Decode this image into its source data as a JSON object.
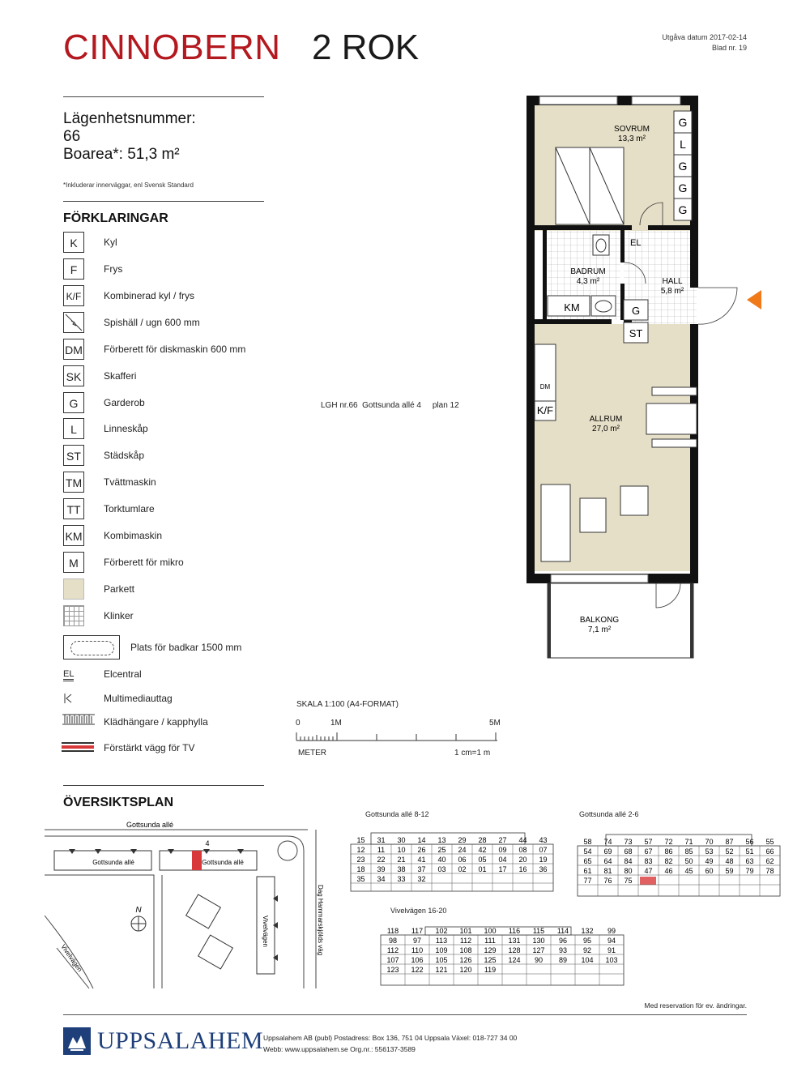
{
  "header": {
    "title": "CINNOBERN",
    "subtitle": "2 ROK",
    "issue_date": "Utgåva datum 2017-02-14",
    "sheet": "Blad nr. 19"
  },
  "apartment": {
    "number_label": "Lägenhetsnummer:",
    "number": "66",
    "area": "Boarea*: 51,3 m²",
    "footnote": "*Inkluderar innerväggar, enl Svensk Standard"
  },
  "legend": {
    "heading": "FÖRKLARINGAR",
    "items": [
      {
        "symbol": "K",
        "label": "Kyl"
      },
      {
        "symbol": "F",
        "label": "Frys"
      },
      {
        "symbol": "K/F",
        "label": "Kombinerad kyl / frys"
      },
      {
        "symbol": "",
        "label": "Spishäll / ugn 600 mm"
      },
      {
        "symbol": "DM",
        "label": "Förberett för diskmaskin 600 mm"
      },
      {
        "symbol": "SK",
        "label": "Skafferi"
      },
      {
        "symbol": "G",
        "label": "Garderob"
      },
      {
        "symbol": "L",
        "label": "Linneskåp"
      },
      {
        "symbol": "ST",
        "label": "Städskåp"
      },
      {
        "symbol": "TM",
        "label": "Tvättmaskin"
      },
      {
        "symbol": "TT",
        "label": "Torktumlare"
      },
      {
        "symbol": "KM",
        "label": "Kombimaskin"
      },
      {
        "symbol": "M",
        "label": "Förberett för mikro"
      },
      {
        "symbol": "",
        "label": "Parkett"
      },
      {
        "symbol": "",
        "label": "Klinker"
      }
    ],
    "bathtub": "Plats för badkar 1500 mm",
    "elcentral_symbol": "EL",
    "elcentral": "Elcentral",
    "media": "Multimediauttag",
    "hanger": "Klädhängare / kapphylla",
    "tv_wall": "Förstärkt vägg för TV"
  },
  "plan": {
    "location": "LGH nr.66  Gottsunda allé 4     plan 12",
    "rooms": [
      {
        "name": "SOVRUM",
        "area": "13,3 m²"
      },
      {
        "name": "BADRUM",
        "area": "4,3 m²"
      },
      {
        "name": "HALL",
        "area": "5,8 m²"
      },
      {
        "name": "ALLRUM",
        "area": "27,0 m²"
      },
      {
        "name": "BALKONG",
        "area": "7,1 m²"
      }
    ],
    "fixtures": {
      "g": "G",
      "l": "L",
      "el": "EL",
      "km": "KM",
      "st": "ST",
      "kf": "K/F",
      "dm": "DM"
    }
  },
  "scale": {
    "label": "SKALA 1:100 (A4-FORMAT)",
    "zero": "0",
    "one": "1M",
    "five": "5M",
    "unit": "METER",
    "ratio": "1 cm=1 m"
  },
  "overview": {
    "heading": "ÖVERSIKTSPLAN",
    "streets": {
      "top": "Gottsunda allé",
      "bldg_left": "Gottsunda allé",
      "bldg_right": "Gottsunda allé",
      "vivel": "Vivelvägen",
      "vivel_left": "Vivelvägen",
      "dag": "Dag Hammarskjölds väg"
    },
    "entry_number": "4",
    "north": "N"
  },
  "blocks": {
    "a": {
      "title": "Gottsunda allé 8-12",
      "numbers": [
        "15",
        "31",
        "30",
        "14",
        "13",
        "29",
        "28",
        "27",
        "44",
        "43",
        "12",
        "11",
        "10",
        "26",
        "25",
        "24",
        "42",
        "09",
        "08",
        "07",
        "23",
        "22",
        "21",
        "41",
        "40",
        "06",
        "05",
        "04",
        "20",
        "19",
        "18",
        "39",
        "38",
        "37",
        "03",
        "02",
        "01",
        "17",
        "16",
        "36",
        "35",
        "34",
        "33",
        "32"
      ]
    },
    "b": {
      "title": "Gottsunda allé 2-6",
      "numbers": [
        "58",
        "74",
        "73",
        "57",
        "72",
        "71",
        "70",
        "87",
        "56",
        "55",
        "54",
        "69",
        "68",
        "67",
        "86",
        "85",
        "53",
        "52",
        "51",
        "66",
        "65",
        "64",
        "84",
        "83",
        "82",
        "50",
        "49",
        "48",
        "63",
        "62",
        "61",
        "81",
        "80",
        "47",
        "46",
        "45",
        "60",
        "59",
        "79",
        "78",
        "77",
        "76",
        "75"
      ]
    },
    "c": {
      "title": "Vivelvägen 16-20",
      "numbers": [
        "118",
        "117",
        "102",
        "101",
        "100",
        "116",
        "115",
        "114",
        "132",
        "99",
        "98",
        "97",
        "113",
        "112",
        "111",
        "131",
        "130",
        "96",
        "95",
        "94",
        "112",
        "110",
        "109",
        "108",
        "129",
        "128",
        "127",
        "93",
        "92",
        "91",
        "107",
        "106",
        "105",
        "126",
        "125",
        "124",
        "90",
        "89",
        "104",
        "103",
        "123",
        "122",
        "121",
        "120",
        "119"
      ]
    }
  },
  "footer": {
    "reservation": "Med reservation för ev. ändringar.",
    "company": "UPPSALAHEM",
    "info_line1": "Uppsalahem AB (publ)   Postadress: Box 136, 751 04 Uppsala   Växel: 018-727 34 00",
    "info_line2": "Webb: www.uppsalahem.se   Org.nr.: 556137-3589"
  },
  "colors": {
    "title_red": "#b3191f",
    "parkett": "#e6dfc7",
    "entry_marker": "#f07a1a",
    "highlight": "#d9383a",
    "brand_blue": "#1e3f7a"
  }
}
